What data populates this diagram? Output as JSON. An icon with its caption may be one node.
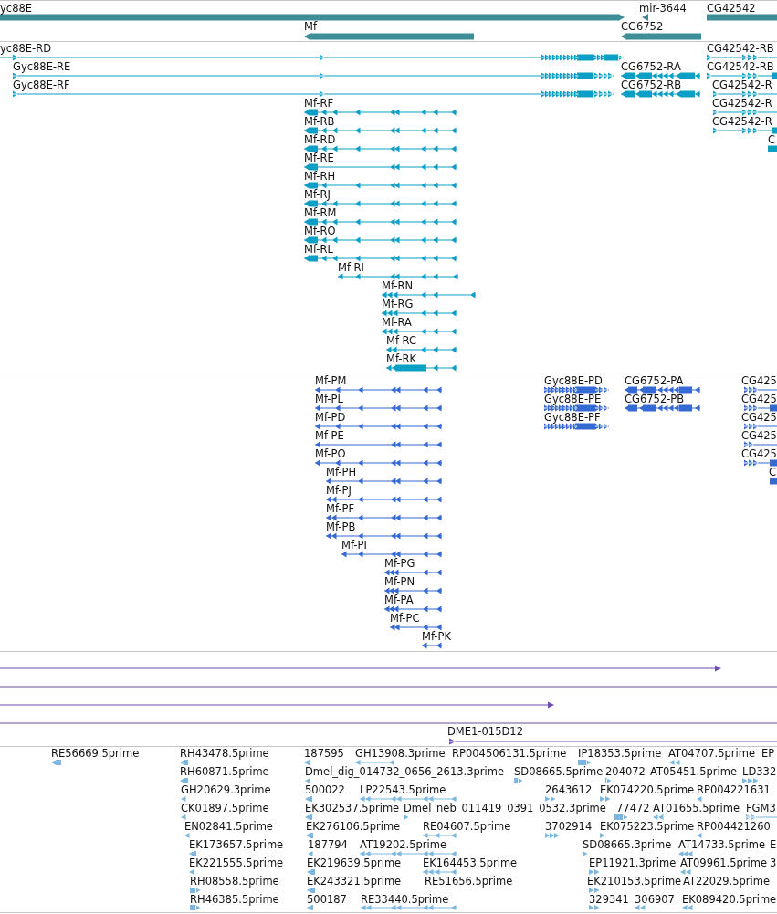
{
  "diagram": {
    "labels": [
      "yc88E",
      "mir-3644",
      "CG42542",
      "Mf",
      "CG6752",
      "yc88E-RD",
      "CG42542-RB",
      "Gyc88E-RE",
      "CG6752-RA",
      "CG42542-RB",
      "Gyc88E-RF",
      "CG6752-RB",
      "CG42542-R",
      "Mf-RF",
      "CG42542-R",
      "Mf-RB",
      "CG42542-R",
      "Mf-RD",
      "C",
      "Mf-RE",
      "Mf-RH",
      "Mf-RJ",
      "Mf-RM",
      "Mf-RO",
      "Mf-RL",
      "Mf-RI",
      "Mf-RN",
      "Mf-RG",
      "Mf-RA",
      "Mf-RC",
      "Mf-RK",
      "Mf-PM",
      "Gyc88E-PD",
      "CG6752-PA",
      "CG425",
      "Mf-PL",
      "Gyc88E-PE",
      "CG6752-PB",
      "CG425",
      "Mf-PD",
      "Gyc88E-PF",
      "CG425",
      "Mf-PE",
      "CG425",
      "Mf-PO",
      "CG425",
      "Mf-PH",
      "C",
      "Mf-PJ",
      "Mf-PF",
      "Mf-PB",
      "Mf-PI",
      "Mf-PG",
      "Mf-PN",
      "Mf-PA",
      "Mf-PC",
      "Mf-PK",
      "DME1-015D12",
      "RE56669.5prime",
      "RH43478.5prime",
      "187595",
      "GH13908.3prime",
      "RP004506131.5prime",
      "IP18353.5prime",
      "AT04707.5prime",
      "EP",
      "RH60871.5prime",
      "Dmel_dig_014732_0656_2613.3prime",
      "SD08665.5prime",
      "204072",
      "AT05451.5prime",
      "LD332",
      "GH20629.3prime",
      "500022",
      "LP22543.5prime",
      "2643612",
      "EK074220.5prime",
      "RP004221631",
      "CK01897.5prime",
      "EK302537.5prime",
      "Dmel_neb_011419_0391_0532.3prime",
      "77472",
      "AT01655.5prime",
      "FGM3",
      "EN02841.5prime",
      "EK276106.5prime",
      "RE04607.5prime",
      "3702914",
      "EK075223.5prime",
      "RP004421260",
      "EK173657.5prime",
      "187794",
      "AT19202.5prime",
      "SD08665.3prime",
      "AT14733.5prime",
      "E",
      "EK221555.5prime",
      "EK219639.5prime",
      "EK164453.5prime",
      "EP11921.3prime",
      "AT09961.5prime",
      "3",
      "RH08558.5prime",
      "EK243321.5prime",
      "RE51656.5prime",
      "EK210153.5prime",
      "AT22029.5prime",
      "RH46385.5prime",
      "500187",
      "RE33440.5prime",
      "329341",
      "306907",
      "EK089420.5prime"
    ]
  }
}
